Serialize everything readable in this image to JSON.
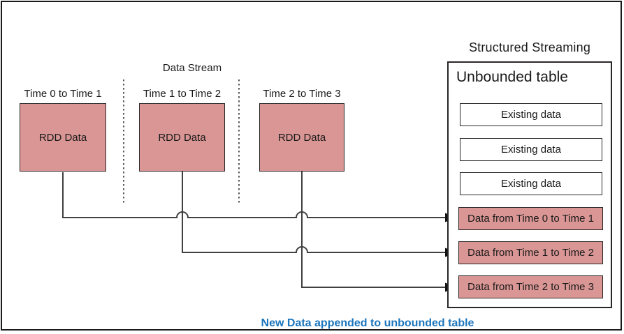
{
  "colors": {
    "box-fill": "#D99694",
    "box-border": "#2b2626",
    "connector": "#404040",
    "dotted-line": "#595959",
    "caption-blue": "#1B75BC",
    "frame": "#1a1a1a"
  },
  "stream": {
    "label": "Data Stream",
    "batches": [
      {
        "time": "Time 0 to Time 1",
        "label": "RDD Data"
      },
      {
        "time": "Time 1 to Time 2",
        "label": "RDD Data"
      },
      {
        "time": "Time 2 to Time 3",
        "label": "RDD Data"
      }
    ]
  },
  "table": {
    "title": "Structured Streaming",
    "heading": "Unbounded table",
    "existing_rows": [
      "Existing data",
      "Existing data",
      "Existing data"
    ],
    "appended_rows": [
      "Data from Time 0 to Time 1",
      "Data from Time 1 to Time 2",
      "Data from Time 2 to Time 3"
    ]
  },
  "caption": "New Data appended to unbounded table"
}
